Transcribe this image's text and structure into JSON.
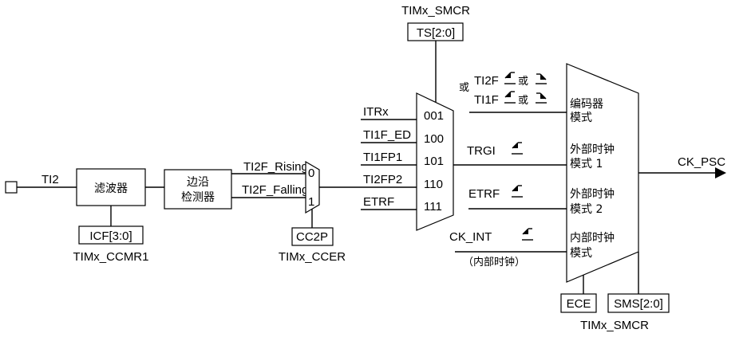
{
  "input": {
    "label": "TI2"
  },
  "filter": {
    "label": "滤波器",
    "register_field": "ICF[3:0]",
    "register": "TIMx_CCMR1"
  },
  "edge_detector": {
    "line1": "边沿",
    "line2": "检测器",
    "rising": "TI2F_Rising",
    "falling": "TI2F_Falling"
  },
  "mux_small": {
    "in0": "0",
    "in1": "1",
    "register_field": "CC2P",
    "register": "TIMx_CCER"
  },
  "trigger_mux": {
    "top_register": "TIMx_SMCR",
    "top_field": "TS[2:0]",
    "inputs": [
      {
        "signal": "ITRx",
        "code": "001"
      },
      {
        "signal": "TI1F_ED",
        "code": "100"
      },
      {
        "signal": "TI1FP1",
        "code": "101"
      },
      {
        "signal": "TI2FP2",
        "code": "110"
      },
      {
        "signal": "ETRF",
        "code": "111"
      }
    ]
  },
  "mode_signals": {
    "or_prefix": "或",
    "ti2f": "TI2F",
    "ti1f": "TI1F",
    "or_mid": "或",
    "trgi": "TRGI",
    "etrf": "ETRF",
    "ck_int": "CK_INT",
    "ck_int_note": "（内部时钟）"
  },
  "mode_mux": {
    "modes": [
      {
        "line1": "编码器",
        "line2": "模式"
      },
      {
        "line1": "外部时钟",
        "line2": "模式 1"
      },
      {
        "line1": "外部时钟",
        "line2": "模式 2"
      },
      {
        "line1": "内部时钟",
        "line2": "模式"
      }
    ],
    "output": "CK_PSC",
    "ece": "ECE",
    "sms": "SMS[2:0]",
    "register": "TIMx_SMCR"
  }
}
